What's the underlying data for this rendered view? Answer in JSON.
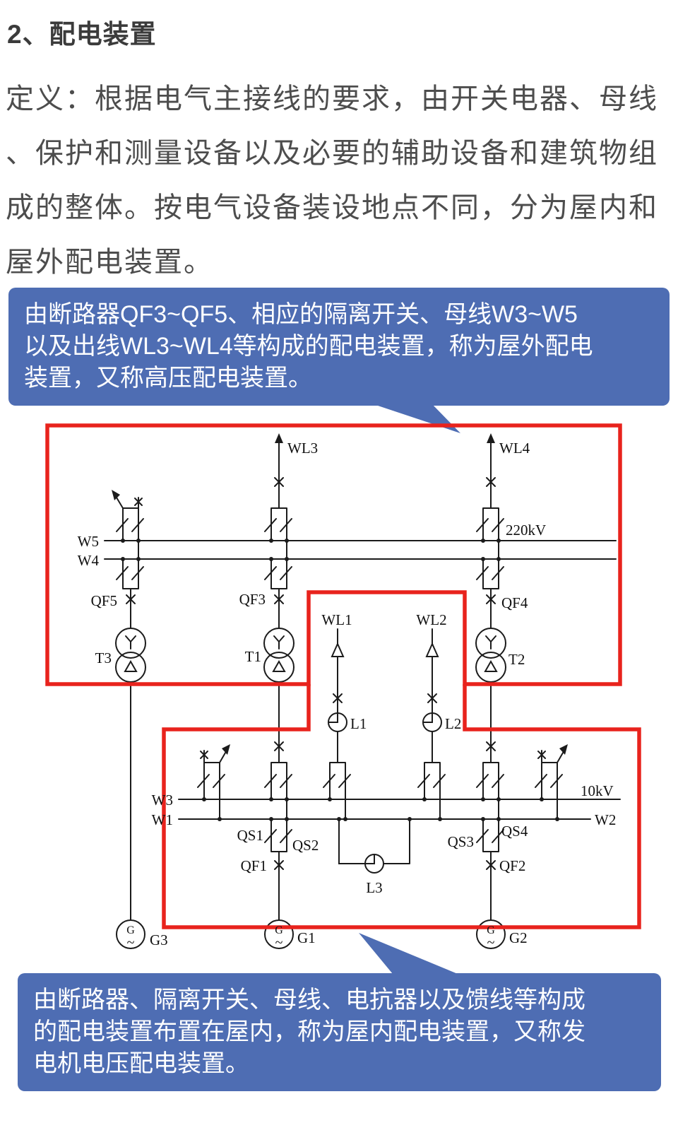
{
  "title": "2、配电装置",
  "definition": {
    "lines": [
      "定义：根据电气主接线的要求，由开关电器、母线",
      "、保护和测量设备以及必要的辅助设备和建筑物组",
      "成的整体。按电气设备装设地点不同，分为屋内和",
      "屋外配电装置。"
    ]
  },
  "callout_top": {
    "bg": "#4e6db3",
    "lines": [
      "由断路器QF3~QF5、相应的隔离开关、母线W3~W5",
      "以及出线WL3~WL4等构成的配电装置，称为屋外配电",
      "装置，又称高压配电装置。"
    ]
  },
  "callout_bottom": {
    "bg": "#4e6db3",
    "lines": [
      "由断路器、隔离开关、母线、电抗器以及馈线等构成",
      "的配电装置布置在屋内，称为屋内配电装置，又称发",
      "电机电压配电装置。"
    ]
  },
  "diagram": {
    "highlight_color": "#e8231d",
    "wire_color": "#1b1b1b",
    "sym": {
      "g": "G",
      "wave": "~"
    },
    "labels": {
      "wl3": "WL3",
      "wl4": "WL4",
      "v220": "220kV",
      "w5": "W5",
      "w4": "W4",
      "qf5": "QF5",
      "qf3": "QF3",
      "qf4": "QF4",
      "t3": "T3",
      "t1": "T1",
      "t2": "T2",
      "wl1": "WL1",
      "wl2": "WL2",
      "l1": "L1",
      "l2": "L2",
      "l3": "L3",
      "w3": "W3",
      "w1": "W1",
      "v10": "10kV",
      "w2": "W2",
      "qs1": "QS1",
      "qs2": "QS2",
      "qs3": "QS3",
      "qs4": "QS4",
      "qf1": "QF1",
      "qf2": "QF2",
      "g1": "G1",
      "g2": "G2",
      "g3": "G3"
    }
  }
}
